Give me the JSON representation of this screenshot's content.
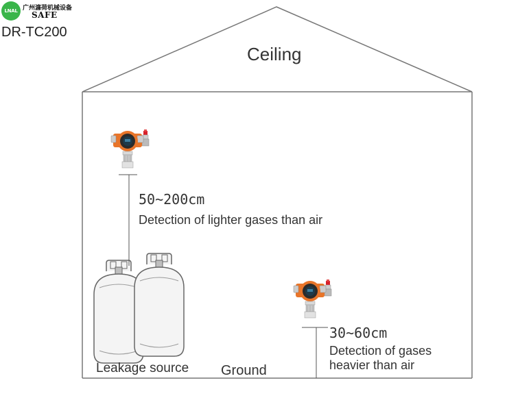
{
  "brand": {
    "logo_text": "LNAL",
    "name_cn": "广州濂荷机械设备",
    "name_en": "SAFE"
  },
  "model": "DR-TC200",
  "labels": {
    "ceiling": "Ceiling",
    "ground": "Ground",
    "leakage_source": "Leakage source"
  },
  "upper_detector": {
    "measurement": "50~200cm",
    "description": "Detection of lighter gases than air"
  },
  "lower_detector": {
    "measurement": "30~60cm",
    "description": "Detection of gases heavier than air"
  },
  "colors": {
    "detector_housing": "#e8752a",
    "alarm_lamp": "#d8202a",
    "logo_green": "#3ab54a",
    "outline": "#777777"
  }
}
